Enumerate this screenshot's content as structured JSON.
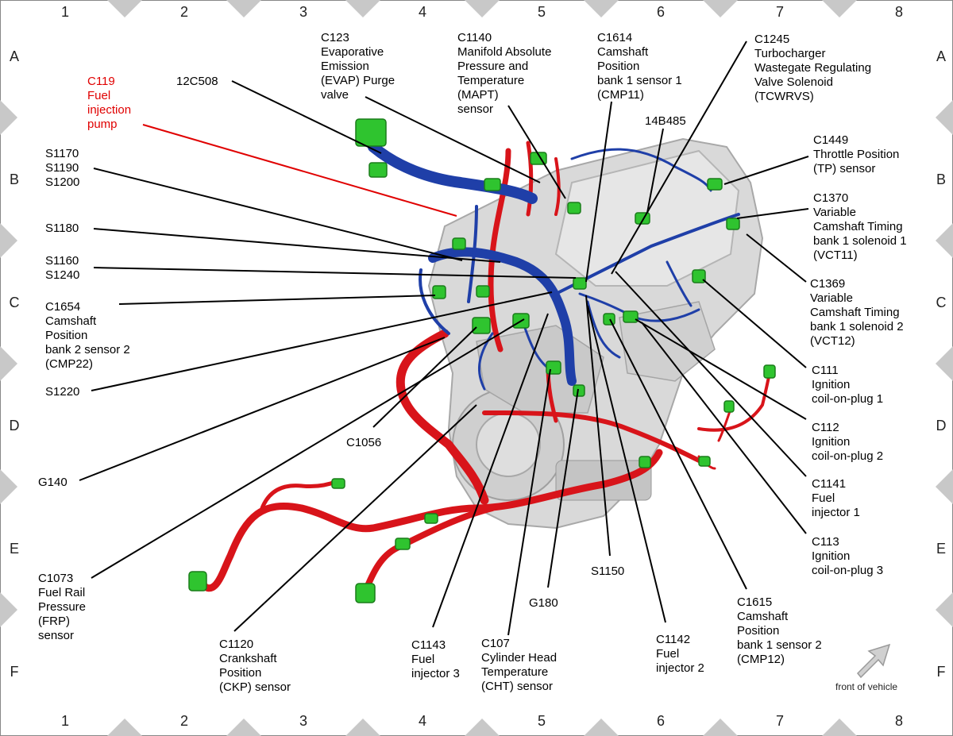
{
  "grid": {
    "columns": [
      "1",
      "2",
      "3",
      "4",
      "5",
      "6",
      "7",
      "8"
    ],
    "rows": [
      "A",
      "B",
      "C",
      "D",
      "E",
      "F"
    ]
  },
  "front_of_vehicle": "front of vehicle",
  "labels": {
    "c119": "C119\nFuel\ninjection\npump",
    "c12508": "12C508",
    "c123": "C123\nEvaporative\nEmission\n(EVAP) Purge\nvalve",
    "c1140": "C1140\nManifold Absolute\nPressure and\nTemperature\n(MAPT)\nsensor",
    "c1614": "C1614\nCamshaft\nPosition\nbank 1 sensor 1\n(CMP11)",
    "c1245": "C1245\nTurbocharger\nWastegate Regulating\nValve Solenoid\n(TCWRVS)",
    "b485": "14B485",
    "c1449": "C1449\nThrottle Position\n(TP) sensor",
    "c1370": "C1370\nVariable\nCamshaft Timing\nbank 1 solenoid 1\n(VCT11)",
    "c1369": "C1369\nVariable\nCamshaft Timing\nbank 1 solenoid 2\n(VCT12)",
    "c111": "C111\nIgnition\ncoil-on-plug 1",
    "c112": "C112\nIgnition\ncoil-on-plug 2",
    "c1141": "C1141\nFuel\ninjector 1",
    "c113": "C113\nIgnition\ncoil-on-plug 3",
    "c1615": "C1615\nCamshaft\nPosition\nbank 1 sensor 2\n(CMP12)",
    "c1142": "C1142\nFuel\ninjector 2",
    "s1150": "S1150",
    "g180": "G180",
    "c107": "C107\nCylinder Head\nTemperature\n(CHT) sensor",
    "c1143": "C1143\nFuel\ninjector 3",
    "c1120": "C1120\nCrankshaft\nPosition\n(CKP) sensor",
    "c1073": "C1073\nFuel Rail\nPressure\n(FRP)\nsensor",
    "g140": "G140",
    "c1056": "C1056",
    "s1220": "S1220",
    "c1654": "C1654\nCamshaft\nPosition\nbank 2 sensor 2\n(CMP22)",
    "s1160": "S1160\nS1240",
    "s1180": "S1180",
    "s1170": "S1170\nS1190\nS1200"
  },
  "colors": {
    "highlight": "#e00000",
    "harness_blue": "#1f3fa8",
    "harness_red": "#d8141a",
    "connector_green": "#2fc42f",
    "engine_grey": "#d4d4d4",
    "border_triangle": "#c8c8c8"
  }
}
